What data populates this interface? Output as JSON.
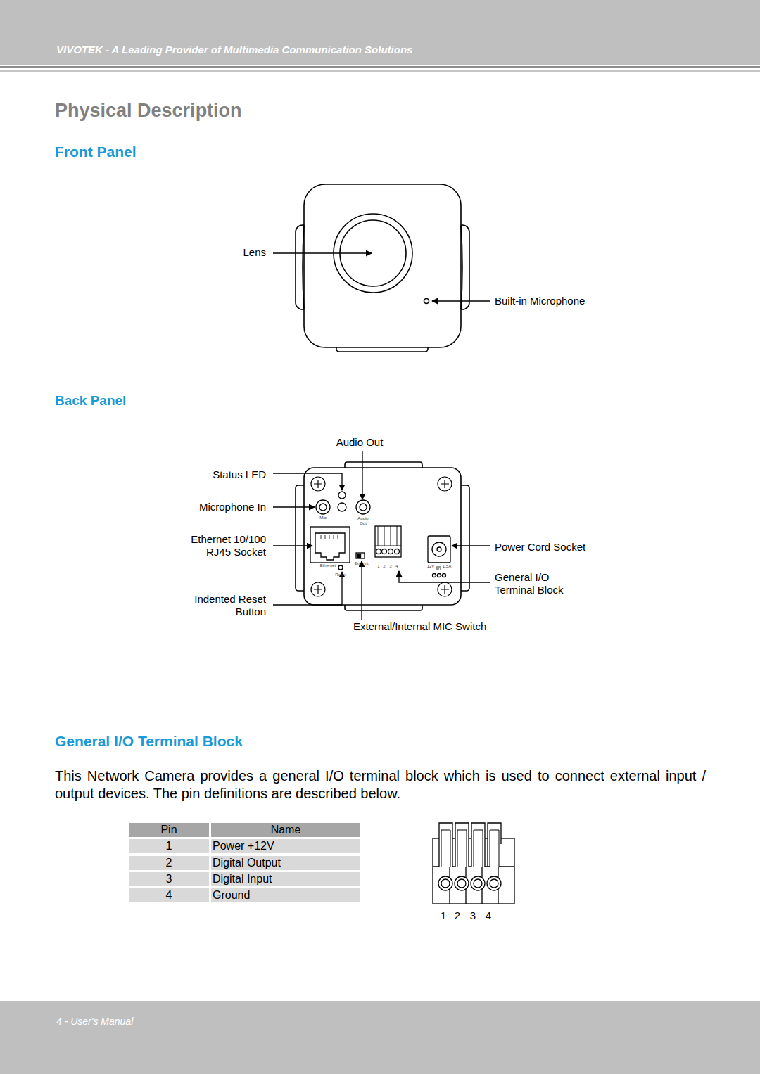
{
  "diagram": {
    "title": "Physical Description",
    "labels": [
      "VIVOTEK - A Leading Provider of Multimedia Communication Solutions",
      "Front Panel",
      "Lens",
      "Built-in Microphone",
      "Back Panel",
      "Audio Out",
      "Status LED",
      "Microphone In",
      "Ethernet 10/100 RJ45 Socket",
      "Indented Reset Button",
      "Mic",
      "Audio Out",
      "Ethernet",
      "Reset",
      "Ext.",
      "Int.",
      "1",
      "2",
      "3",
      "4",
      "12V",
      "1.5A",
      "Power Cord Socket",
      "General I/O Terminal Block",
      "External/Internal MIC Switch",
      "General I/O Terminal Block",
      "This Network Camera provides a general I/O terminal block which is used to connect external input / output devices. The pin definitions are described below.",
      "Pin",
      "Name",
      "1",
      "Power +12V",
      "2",
      "Digital Output",
      "3",
      "Digital Input",
      "4",
      "Ground",
      "1",
      "2",
      "3",
      "4",
      "4 - User's Manual"
    ]
  }
}
